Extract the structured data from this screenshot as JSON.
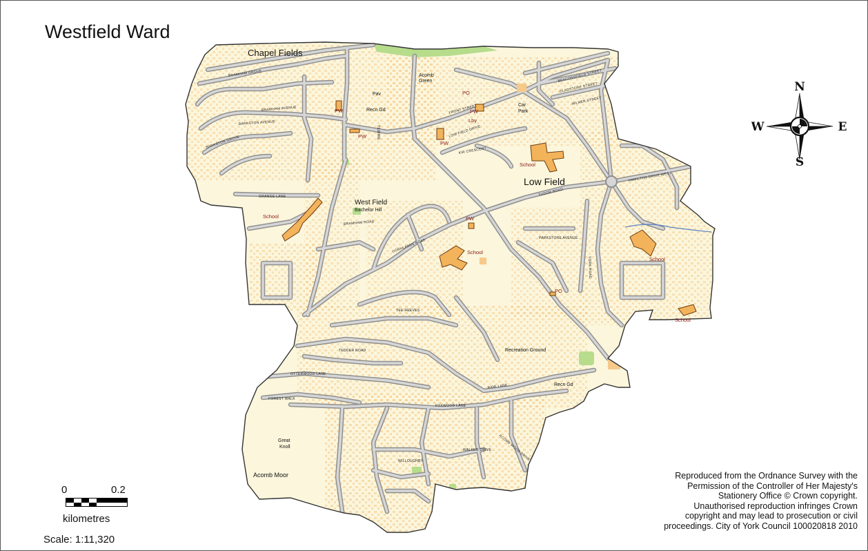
{
  "map": {
    "title": "Westfield Ward",
    "areas": [
      "Chapel Fields",
      "Low Field",
      "West Field",
      "Acomb Moor"
    ],
    "features": [
      "Acomb",
      "Green",
      "Pav",
      "Recn Gd",
      "Car",
      "Park",
      "Bachelor Hill",
      "Recreation Ground",
      "Recn Gd",
      "Great",
      "Knoll"
    ],
    "labels_red": [
      "PW",
      "PW",
      "PW",
      "PW",
      "PO",
      "PW",
      "Lby",
      "PO",
      "School",
      "School",
      "School",
      "School",
      "School"
    ],
    "streets": [
      "BRAMHAM GROVE",
      "BRAMHAM AVENUE",
      "BARKSTON AVENUE",
      "BARKSTON GROVE",
      "TILMIRE",
      "FRONT STREET",
      "LOW FIELD DRIVE",
      "KIR CRESCENT",
      "BEACONSFIELD STREET",
      "GLADSTONE STREET",
      "MILNER STREET",
      "HAMILTON DRIVE WEST",
      "TUDOR ROAD",
      "GRANGE LANE",
      "BRAMHAM ROAD",
      "CORNLANDS ROAD",
      "PARKSTONE AVENUE",
      "YORK ROAD",
      "TEE REEVES",
      "TEDDER ROAD",
      "OTTERWOOD LANE",
      "FOREST WALK",
      "FOXWOOD LANE",
      "WALKER DRIVE",
      "WILLOUGHBY",
      "RIDE LANE",
      "ACOMB WOOD DRIVE"
    ],
    "compass": {
      "n": "N",
      "s": "S",
      "e": "E",
      "w": "W"
    },
    "scale": {
      "left_value": "0",
      "right_value": "0.2",
      "unit": "kilometres",
      "ratio": "Scale: 1:11,320"
    },
    "copyright_lines": [
      "Reproduced from the Ordnance Survey with the",
      "Permission of the Controller of Her Majesty's",
      "Stationery Office © Crown copyright.",
      "Unauthorised reproduction infringes Crown",
      "copyright and may lead to prosecution or civil",
      "proceedings. City of York Council 100020818 2010"
    ]
  },
  "colors": {
    "ward_fill": "#fbf6dc",
    "road": "#a7a7a7",
    "building": "#f6c98a",
    "school_building": "#f3b35b",
    "outline": "#333333",
    "green": "#b6dc8c",
    "label_red": "#8a1a12"
  }
}
